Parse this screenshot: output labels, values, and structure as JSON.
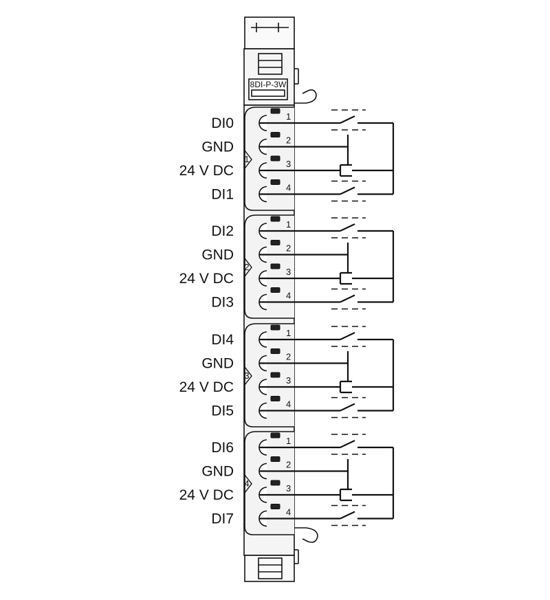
{
  "module": {
    "name": "8DI-P-3W"
  },
  "pin_numbers": [
    "1",
    "2",
    "3",
    "4"
  ],
  "groups": [
    {
      "number": "1",
      "signals": [
        "DI0",
        "GND",
        "24 V DC",
        "DI1"
      ]
    },
    {
      "number": "2",
      "signals": [
        "DI2",
        "GND",
        "24 V DC",
        "DI3"
      ]
    },
    {
      "number": "3",
      "signals": [
        "DI4",
        "GND",
        "24 V DC",
        "DI5"
      ]
    },
    {
      "number": "4",
      "signals": [
        "DI6",
        "GND",
        "24 V DC",
        "DI7"
      ]
    }
  ],
  "colors": {
    "line": "#111111",
    "housing": "#f3f3f3",
    "background": "#ffffff"
  }
}
